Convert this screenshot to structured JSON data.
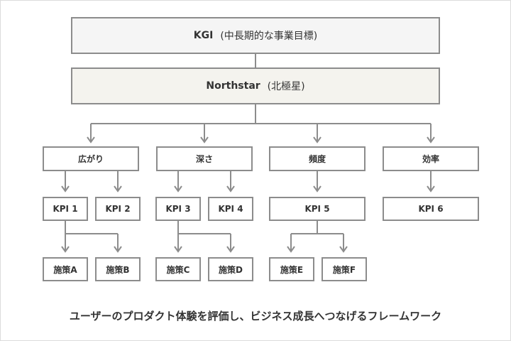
{
  "kgi": {
    "label": "KGI",
    "note": "(中長期的な事業目標)"
  },
  "northstar": {
    "label": "Northstar",
    "note": "(北極星)"
  },
  "categories": [
    "広がり",
    "深さ",
    "頻度",
    "効率"
  ],
  "kpis": [
    "KPI 1",
    "KPI 2",
    "KPI 3",
    "KPI 4",
    "KPI 5",
    "KPI 6"
  ],
  "measures": [
    "施策A",
    "施策B",
    "施策C",
    "施策D",
    "施策E",
    "施策F"
  ],
  "caption": "ユーザーのプロダクト体験を評価し、ビジネス成長へつなげるフレームワーク",
  "colors": {
    "line": "#8c8c8c",
    "border": "#8c8c8c",
    "text": "#333333"
  }
}
